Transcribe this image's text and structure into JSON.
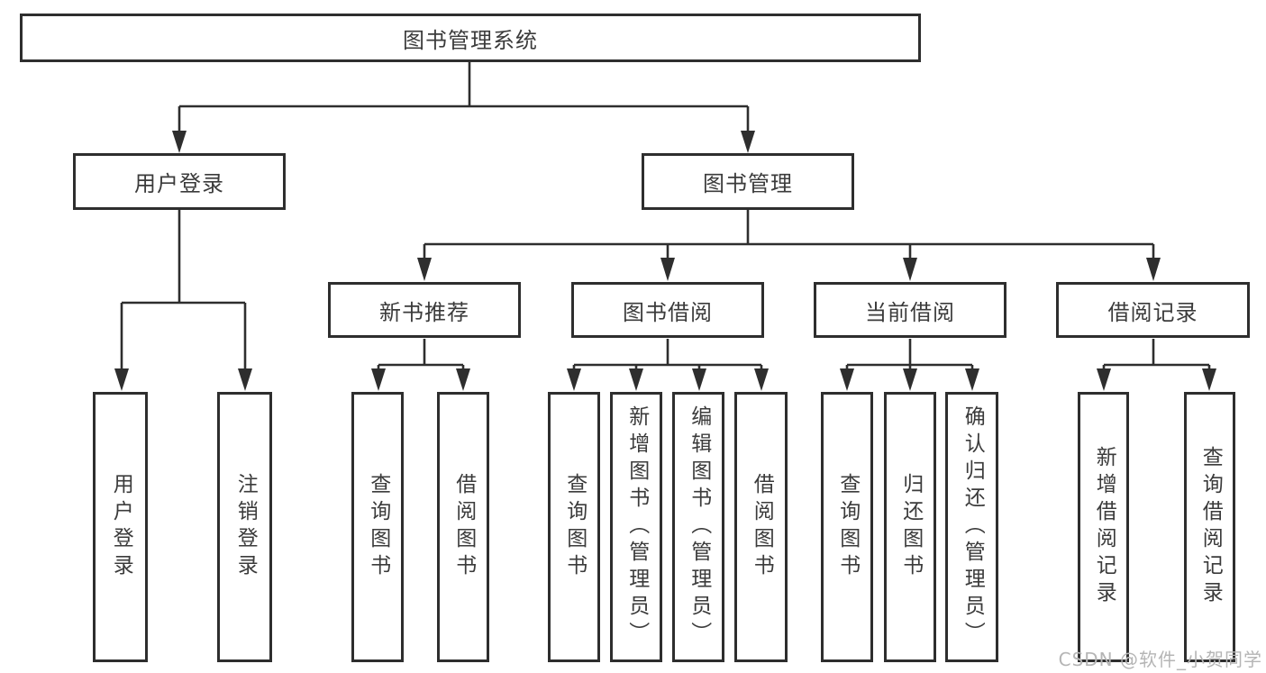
{
  "tree": {
    "label": "图书管理系统",
    "children": [
      {
        "label": "用户登录",
        "children": [
          {
            "label": "用户登录"
          },
          {
            "label": "注销登录"
          }
        ]
      },
      {
        "label": "图书管理",
        "children": [
          {
            "label": "新书推荐",
            "children": [
              {
                "label": "查询图书"
              },
              {
                "label": "借阅图书"
              }
            ]
          },
          {
            "label": "图书借阅",
            "children": [
              {
                "label": "查询图书"
              },
              {
                "label": "新增图书（管理员）"
              },
              {
                "label": "编辑图书（管理员）"
              },
              {
                "label": "借阅图书"
              }
            ]
          },
          {
            "label": "当前借阅",
            "children": [
              {
                "label": "查询图书"
              },
              {
                "label": "归还图书"
              },
              {
                "label": "确认归还（管理员）"
              }
            ]
          },
          {
            "label": "借阅记录",
            "children": [
              {
                "label": "新增借阅记录"
              },
              {
                "label": "查询借阅记录"
              }
            ]
          }
        ]
      }
    ]
  },
  "watermark": "CSDN @软件_小贺同学",
  "colors": {
    "line": "#2e2e2e",
    "box_border": "#2e2e2e",
    "text": "#3b3b3b",
    "background": "#ffffff",
    "watermark": "#b5b5b5"
  }
}
